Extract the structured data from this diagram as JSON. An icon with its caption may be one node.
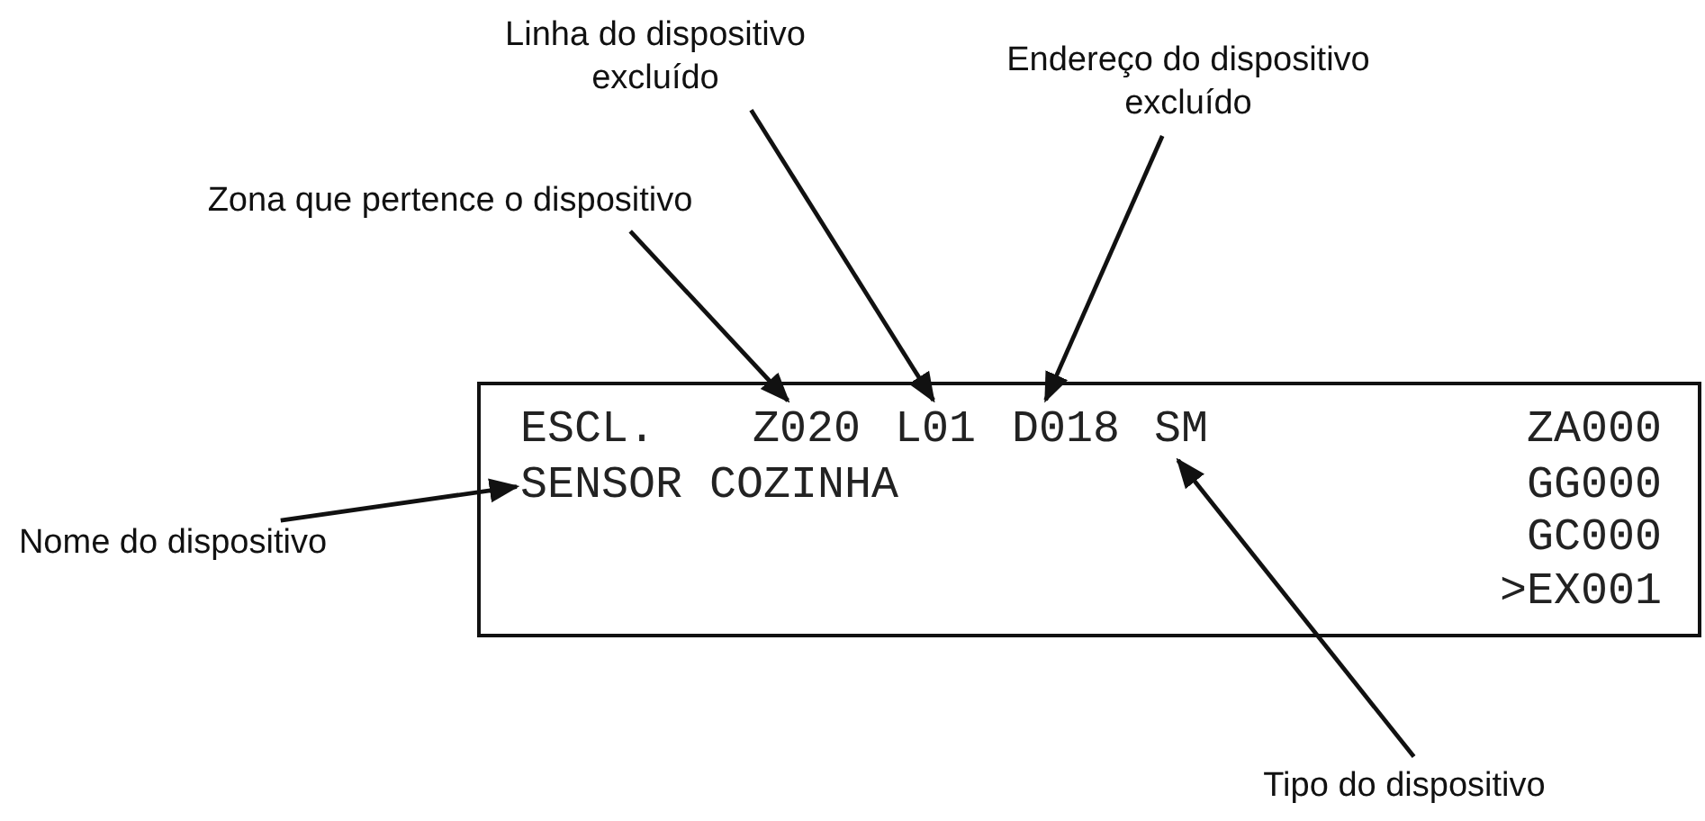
{
  "diagram": {
    "nodes": [
      {
        "text": [],
        "shape": "box"
      },
      {
        "text": [
          "Z020"
        ],
        "in": 0
      },
      {
        "text": [
          "L01"
        ],
        "in": 0
      },
      {
        "text": [
          "D018"
        ],
        "in": 0
      },
      {
        "text": [
          "SM"
        ],
        "in": 0
      },
      {
        "text": [
          "SENSOR COZINHA"
        ],
        "in": 0
      },
      {
        "text": [
          "Zona que pertence o dispositivo"
        ]
      },
      {
        "text": [
          "Linha do dispositivo excluído"
        ]
      },
      {
        "text": [
          "Endereço do dispositivo excluído"
        ]
      },
      {
        "text": [
          "Nome do dispositivo"
        ]
      },
      {
        "text": [
          "Tipo do dispositivo"
        ]
      }
    ],
    "edges": [
      {
        "from": 6,
        "to": 1,
        "arrow": "to"
      },
      {
        "from": 7,
        "to": 2,
        "arrow": "to"
      },
      {
        "from": 8,
        "to": 3,
        "arrow": "to"
      },
      {
        "from": 9,
        "to": 5,
        "arrow": "to"
      },
      {
        "from": 10,
        "to": 4,
        "arrow": "to"
      }
    ],
    "labels": [
      "ESCL.",
      "ZA000",
      "GG000",
      "GC000",
      ">EX001"
    ]
  }
}
